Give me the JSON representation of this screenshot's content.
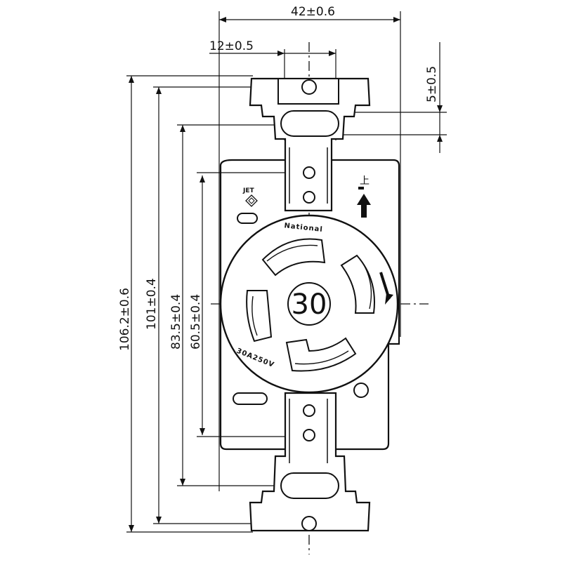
{
  "dimensions": {
    "total_width": "42±0.6",
    "bolt_offset": "12±0.5",
    "slot_offset": "5±0.5",
    "overall_height": "106.2±0.6",
    "mount_height": "101±0.4",
    "slot_height": "83.5±0.4",
    "plate_height": "60.5±0.4"
  },
  "labels": {
    "brand": "National",
    "rating": "30",
    "voltage": "30A250V",
    "top_kanji": "上",
    "cert_mark": "JET"
  },
  "colors": {
    "line": "#111111",
    "background": "#ffffff"
  }
}
